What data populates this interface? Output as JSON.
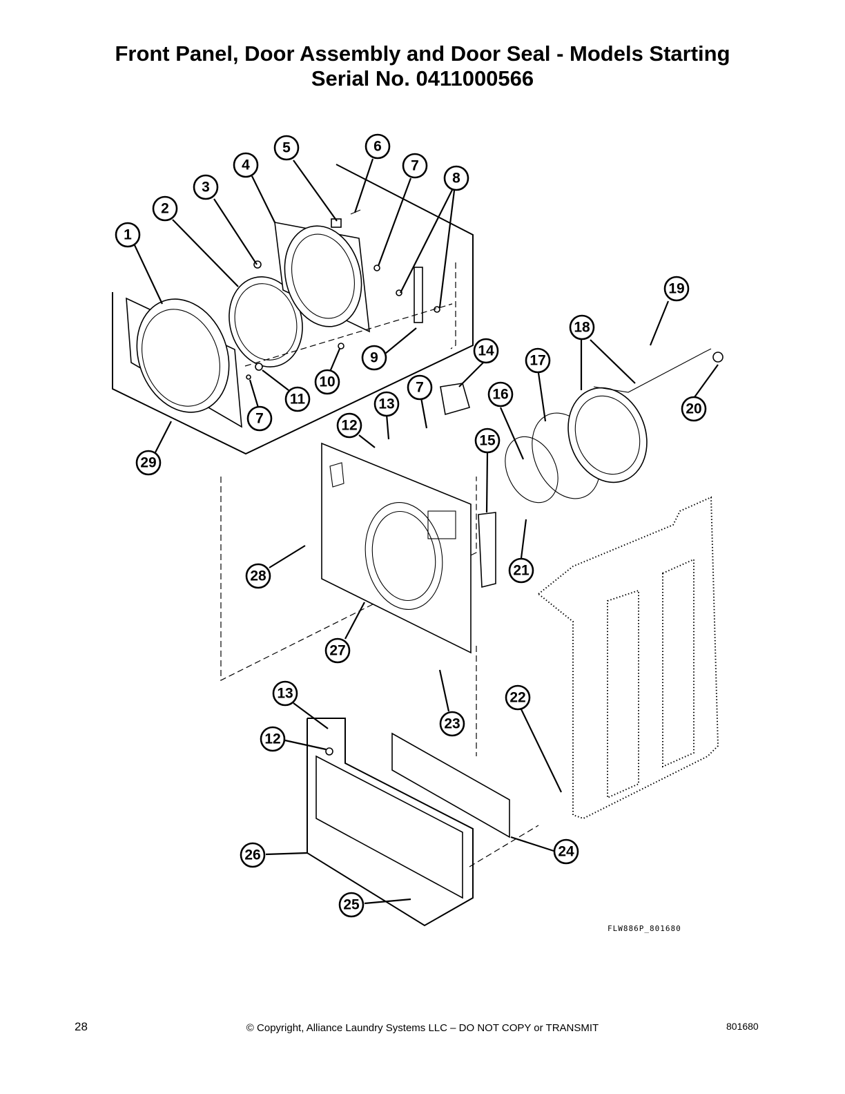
{
  "title": {
    "line1": "Front Panel, Door Assembly and Door Seal - Models Starting",
    "line2": "Serial No. 0411000566"
  },
  "figure_code": "FLW886P_801680",
  "footer": {
    "page_number": "28",
    "copyright": "© Copyright, Alliance Laundry Systems LLC – DO NOT COPY or TRANSMIT",
    "doc_number": "801680"
  },
  "callouts": [
    "1",
    "2",
    "3",
    "4",
    "5",
    "6",
    "7",
    "8",
    "9",
    "10",
    "11",
    "7",
    "12",
    "13",
    "7",
    "14",
    "15",
    "16",
    "17",
    "18",
    "19",
    "20",
    "21",
    "28",
    "27",
    "29",
    "23",
    "22",
    "13",
    "12",
    "26",
    "25",
    "24"
  ]
}
